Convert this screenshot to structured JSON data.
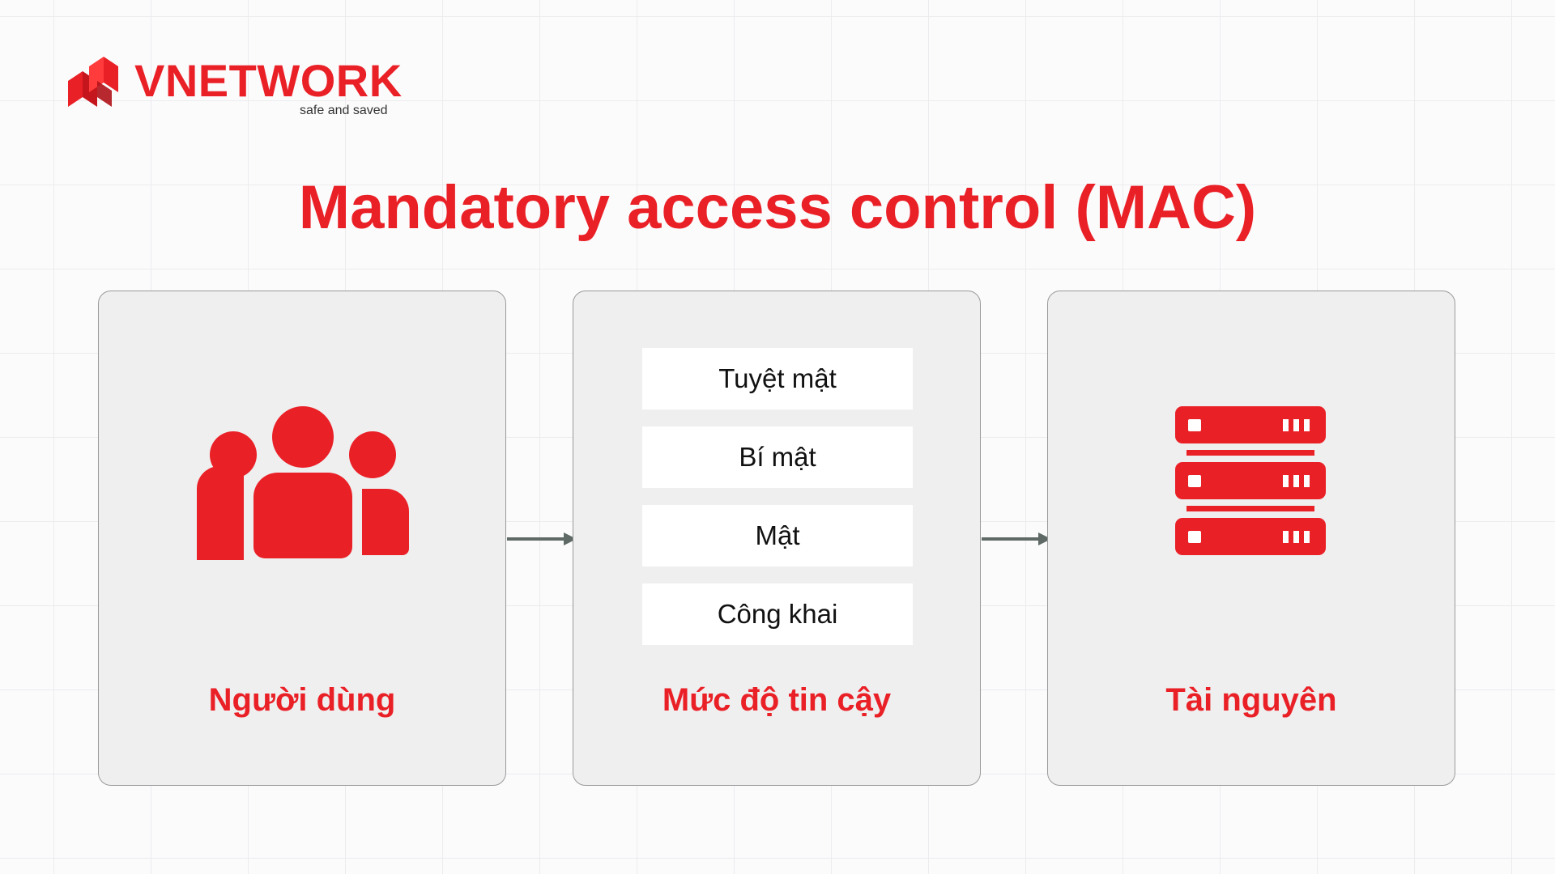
{
  "brand": {
    "name": "VNETWORK",
    "tagline": "safe and saved",
    "color": "#ea2027"
  },
  "title": "Mandatory access control (MAC)",
  "panels": {
    "users": {
      "label": "Người dùng",
      "icon": "users-group-icon"
    },
    "levels": {
      "label": "Mức độ tin cậy",
      "items": [
        "Tuyệt mật",
        "Bí mật",
        "Mật",
        "Công khai"
      ]
    },
    "resources": {
      "label": "Tài nguyên",
      "icon": "server-stack-icon"
    }
  },
  "colors": {
    "accent": "#ea2027",
    "panel_bg": "#efefef",
    "panel_border": "#9a9a9a",
    "arrow": "#5f6a66"
  }
}
